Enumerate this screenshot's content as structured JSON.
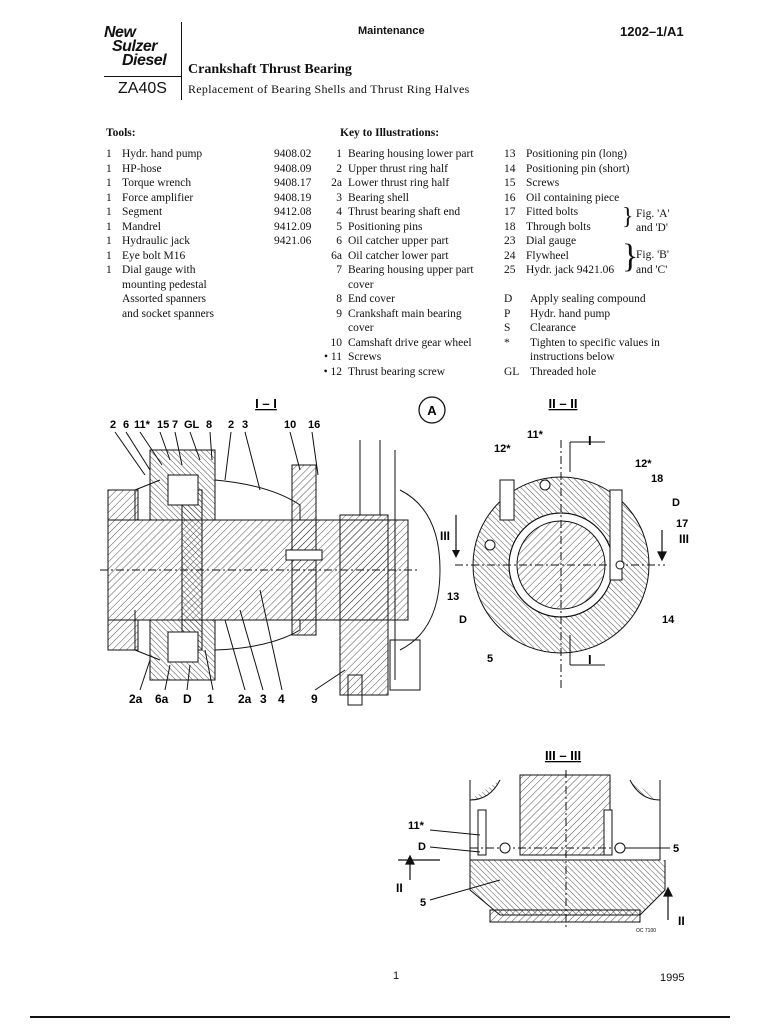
{
  "header": {
    "logo_lines": [
      "New",
      "Sulzer",
      "Diesel"
    ],
    "model": "ZA40S",
    "section": "Maintenance",
    "doc_number": "1202–1/A1",
    "title": "Crankshaft Thrust Bearing",
    "subtitle": "Replacement of Bearing Shells and Thrust Ring Halves"
  },
  "tools": {
    "heading": "Tools:",
    "items": [
      {
        "qty": "1",
        "name": "Hydr. hand pump",
        "number": "9408.02"
      },
      {
        "qty": "1",
        "name": "HP-hose",
        "number": "9408.09"
      },
      {
        "qty": "1",
        "name": "Torque wrench",
        "number": "9408.17"
      },
      {
        "qty": "1",
        "name": "Force amplifier",
        "number": "9408.19"
      },
      {
        "qty": "1",
        "name": "Segment",
        "number": "9412.08"
      },
      {
        "qty": "1",
        "name": "Mandrel",
        "number": "9412.09"
      },
      {
        "qty": "1",
        "name": "Hydraulic jack",
        "number": "9421.06"
      },
      {
        "qty": "1",
        "name": "Eye bolt M16",
        "number": ""
      },
      {
        "qty": "1",
        "name": "Dial gauge with",
        "number": ""
      },
      {
        "qty": "",
        "name": "mounting pedestal",
        "number": ""
      },
      {
        "qty": "",
        "name": "Assorted spanners",
        "number": ""
      },
      {
        "qty": "",
        "name": "and socket spanners",
        "number": ""
      }
    ]
  },
  "key": {
    "heading": "Key to Illustrations:",
    "col1": [
      {
        "num": "1",
        "text": "Bearing housing lower part"
      },
      {
        "num": "2",
        "text": "Upper thrust ring half"
      },
      {
        "num": "2a",
        "text": "Lower thrust ring half"
      },
      {
        "num": "3",
        "text": "Bearing shell"
      },
      {
        "num": "4",
        "text": "Thrust bearing shaft end"
      },
      {
        "num": "5",
        "text": "Positioning pins"
      },
      {
        "num": "6",
        "text": "Oil catcher upper part"
      },
      {
        "num": "6a",
        "text": "Oil catcher lower part"
      },
      {
        "num": "7",
        "text": "Bearing housing upper part"
      },
      {
        "num": "",
        "text": "cover"
      },
      {
        "num": "8",
        "text": "End cover"
      },
      {
        "num": "9",
        "text": "Crankshaft main bearing"
      },
      {
        "num": "",
        "text": "cover"
      },
      {
        "num": "10",
        "text": "Camshaft drive gear wheel"
      },
      {
        "num": "• 11",
        "text": "Screws"
      },
      {
        "num": "• 12",
        "text": "Thrust bearing screw"
      }
    ],
    "col2": [
      {
        "num": "13",
        "text": "Positioning pin (long)"
      },
      {
        "num": "14",
        "text": "Positioning pin (short)"
      },
      {
        "num": "15",
        "text": "Screws"
      },
      {
        "num": "16",
        "text": "Oil containing piece"
      },
      {
        "num": "17",
        "text": "Fitted bolts"
      },
      {
        "num": "18",
        "text": "Through bolts"
      },
      {
        "num": "23",
        "text": "Dial gauge"
      },
      {
        "num": "24",
        "text": "Flywheel"
      },
      {
        "num": "25",
        "text": "Hydr. jack 9421.06"
      }
    ],
    "brace_labels": [
      "Fig. 'A'",
      "and 'D'",
      "Fig. 'B'",
      "and 'C'"
    ],
    "symbols": [
      {
        "sym": "D",
        "text": "Apply sealing compound"
      },
      {
        "sym": "P",
        "text": "Hydr. hand pump"
      },
      {
        "sym": "S",
        "text": "Clearance"
      },
      {
        "sym": "*",
        "text": "Tighten to specific values in"
      },
      {
        "sym": "",
        "text": "instructions below"
      },
      {
        "sym": "GL",
        "text": "Threaded hole"
      }
    ]
  },
  "figures": {
    "section_1": "I – I",
    "view_a": "A",
    "section_2": "II – II",
    "section_3": "III – III",
    "fig1_top_labels": [
      "2",
      "6",
      "11*",
      "15",
      "7",
      "GL",
      "8",
      "2",
      "3",
      "10",
      "16"
    ],
    "fig1_bottom_labels": [
      "2a",
      "6a",
      "D",
      "1",
      "2a",
      "3",
      "4",
      "9"
    ],
    "fig1_side_label": "III",
    "fig2_labels": {
      "l11": "11*",
      "l12a": "12*",
      "l12b": "12*",
      "l18": "18",
      "lD1": "D",
      "l17": "17",
      "lIII": "III",
      "lI_top": "I",
      "lI_bot": "I",
      "l13": "13",
      "lD2": "D",
      "l14": "14",
      "l5": "5",
      "lIII_left": "III"
    },
    "fig3_labels": {
      "l11": "11*",
      "lD": "D",
      "lII_left": "II",
      "l5_left": "5",
      "l5_right": "5",
      "lII_right": "II",
      "drawing_no": "OC 7100"
    }
  },
  "footer": {
    "page": "1",
    "year": "1995"
  }
}
